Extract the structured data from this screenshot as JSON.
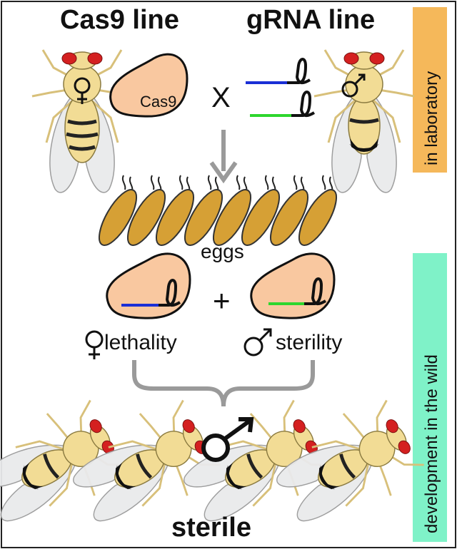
{
  "headers": {
    "left": "Cas9 line",
    "right": "gRNA line"
  },
  "cross": {
    "protein_label": "Cas9",
    "cross_symbol": "X"
  },
  "eggs_label": "eggs",
  "plus_symbol": "+",
  "outcomes": {
    "left": "lethality",
    "right": "sterility"
  },
  "result_label": "sterile",
  "side_labels": {
    "top": "in laboratory",
    "bottom": "development in the wild"
  },
  "colors": {
    "lab_band": "#f5b85a",
    "wild_band": "#7ff2c8",
    "protein": "#f9c8a0",
    "egg": "#d6a035",
    "grna_blue": "#1a2fd6",
    "grna_green": "#2ed62e",
    "arrow": "#9a9a9a"
  },
  "icons": [
    "fly-icon",
    "female-symbol-icon",
    "male-symbol-icon",
    "egg-icon",
    "grna-icon",
    "cas9-protein-icon"
  ]
}
